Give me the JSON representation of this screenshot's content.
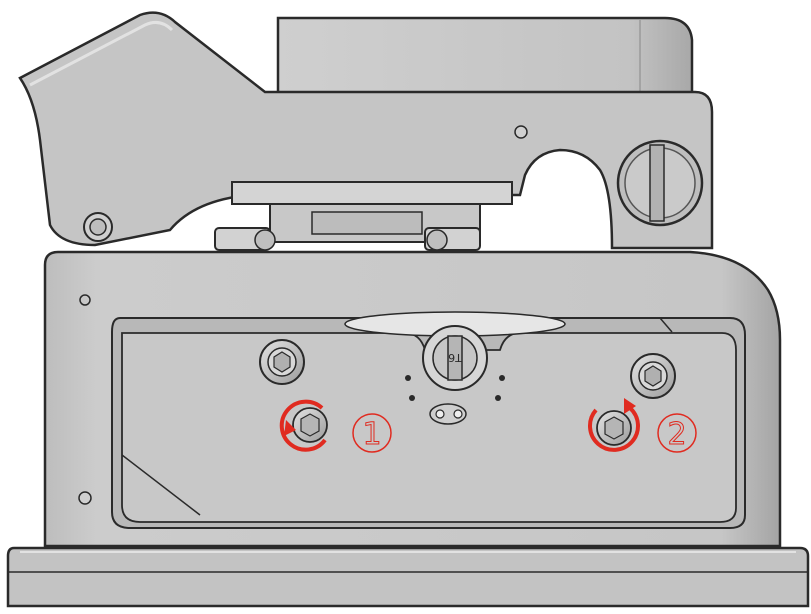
{
  "colors": {
    "background": "#ffffff",
    "body_fill": "#c4c4c4",
    "body_light": "#d0d0d0",
    "body_dark": "#a9a9a9",
    "outline": "#2a2a2a",
    "accent_red": "#e02b20"
  },
  "callouts": [
    {
      "id": "step-1",
      "label": "1",
      "icon": "rotate-counterclockwise-icon"
    },
    {
      "id": "step-2",
      "label": "2",
      "icon": "rotate-clockwise-icon"
    }
  ],
  "hub_marking": "T6"
}
